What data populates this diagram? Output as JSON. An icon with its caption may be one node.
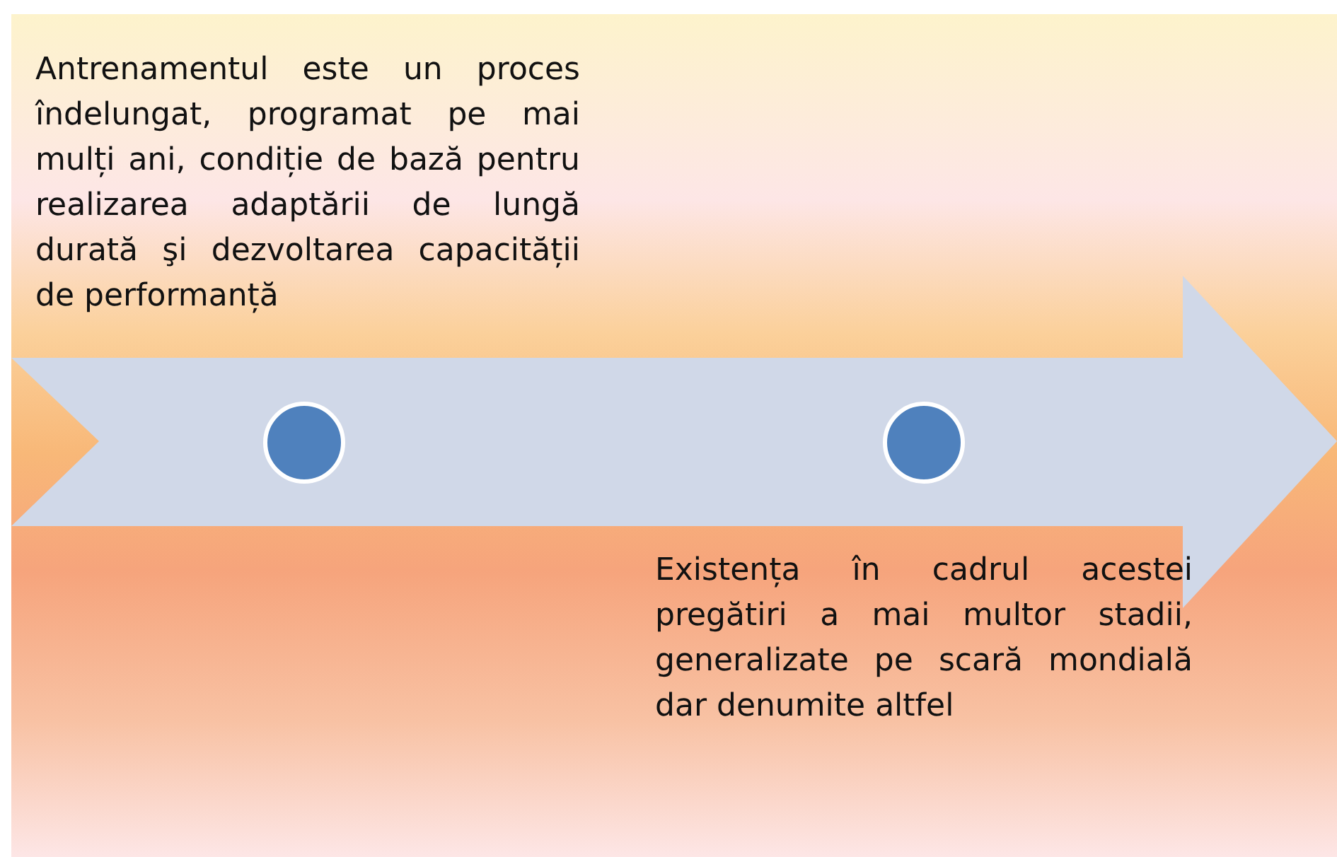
{
  "diagram": {
    "nodes": [
      {
        "text": [],
        "shape": "arrow"
      },
      {
        "text": [],
        "shape": "circle",
        "in": 0
      },
      {
        "text": [],
        "shape": "circle",
        "in": 0
      }
    ],
    "labels": [
      "Antrenamentul este un proces îndelungat, programat pe mai mulți ani, condiție de bază pentru realizarea adaptării de lungă durată şi dezvoltarea capacității de performanță",
      "Existența în cadrul acestei pregătiri a mai multor stadii, generalizate pe scară mondială dar denumite altfel"
    ]
  }
}
